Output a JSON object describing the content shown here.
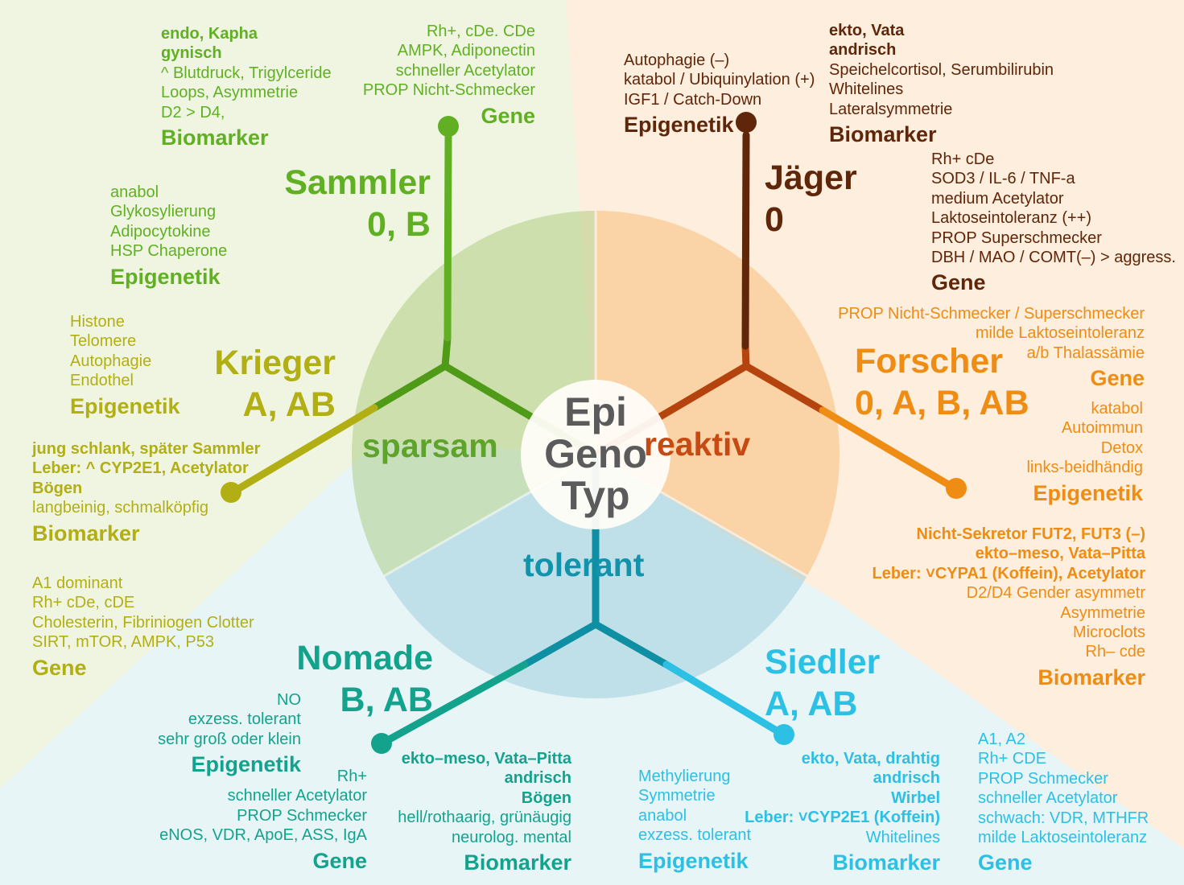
{
  "center": {
    "lines": [
      "Epi",
      "Geno",
      "Typ"
    ],
    "text_color": "#5b5b5b",
    "circle_color": "#fffdf8"
  },
  "sectors": [
    {
      "label": "sparsam",
      "text_color": "#5ea32a",
      "fill": "rgba(141,184,78,0.35)",
      "line_color": "#4f9a16",
      "bg": "#eff5e1"
    },
    {
      "label": "reaktiv",
      "text_color": "#c64a12",
      "fill": "rgba(245,150,35,0.30)",
      "line_color": "#b5430d",
      "bg": "#fdeede"
    },
    {
      "label": "tolerant",
      "text_color": "#1292ab",
      "fill": "rgba(95,175,200,0.30)",
      "line_color": "#0e8fa3",
      "bg": "#e8f5f7"
    }
  ],
  "types": [
    {
      "name": "Sammler",
      "blood_groups": "0, B",
      "color": "#61b024",
      "blocks": [
        {
          "category": "Gene",
          "lines": [
            {
              "text": "Rh+, cDe. CDe",
              "bold": false
            },
            {
              "text": "AMPK, Adiponectin",
              "bold": false
            },
            {
              "text": "schneller Acetylator",
              "bold": false
            },
            {
              "text": "PROP Nicht-Schmecker",
              "bold": false
            }
          ]
        },
        {
          "category": "Biomarker",
          "lines": [
            {
              "text": "endo, Kapha",
              "bold": true
            },
            {
              "text": "gynisch",
              "bold": true
            },
            {
              "text": "^ Blutdruck, Trigylceride",
              "bold": false
            },
            {
              "text": "Loops, Asymmetrie",
              "bold": false
            },
            {
              "text": "D2 > D4,",
              "bold": false
            }
          ]
        },
        {
          "category": "Epigenetik",
          "lines": [
            {
              "text": "anabol",
              "bold": false
            },
            {
              "text": "Glykosylierung",
              "bold": false
            },
            {
              "text": "Adipocytokine",
              "bold": false
            },
            {
              "text": "HSP Chaperone",
              "bold": false
            }
          ]
        }
      ]
    },
    {
      "name": "Jäger",
      "blood_groups": "0",
      "color": "#5f2609",
      "blocks": [
        {
          "category": "Epigenetik",
          "lines": [
            {
              "text": "Autophagie (–)",
              "bold": false
            },
            {
              "text": "katabol / Ubiquinylation (+)",
              "bold": false
            },
            {
              "text": "IGF1 / Catch-Down",
              "bold": false
            }
          ]
        },
        {
          "category": "Biomarker",
          "lines": [
            {
              "text": "ekto, Vata",
              "bold": true
            },
            {
              "text": "andrisch",
              "bold": true
            },
            {
              "text": "Speichelcortisol, Serumbilirubin",
              "bold": false
            },
            {
              "text": "Whitelines",
              "bold": false
            },
            {
              "text": "Lateralsymmetrie",
              "bold": false
            }
          ]
        },
        {
          "category": "Gene",
          "lines": [
            {
              "text": "Rh+ cDe",
              "bold": false
            },
            {
              "text": "SOD3 / IL-6 / TNF-a",
              "bold": false
            },
            {
              "text": "medium Acetylator",
              "bold": false
            },
            {
              "text": "Laktoseintoleranz (++)",
              "bold": false
            },
            {
              "text": "PROP Superschmecker",
              "bold": false
            },
            {
              "text": "DBH / MAO / COMT(–) > aggress.",
              "bold": false
            }
          ]
        }
      ]
    },
    {
      "name": "Krieger",
      "blood_groups": "A, AB",
      "color": "#b2af14",
      "blocks": [
        {
          "category": "Epigenetik",
          "lines": [
            {
              "text": "Histone",
              "bold": false
            },
            {
              "text": "Telomere",
              "bold": false
            },
            {
              "text": "Autophagie",
              "bold": false
            },
            {
              "text": "Endothel",
              "bold": false
            }
          ]
        },
        {
          "category": "Biomarker",
          "lines": [
            {
              "text": "jung schlank, später Sammler",
              "bold": true
            },
            {
              "text": "Leber: ^ CYP2E1, Acetylator",
              "bold": true
            },
            {
              "text": "Bögen",
              "bold": true
            },
            {
              "text": "langbeinig, schmalköpfig",
              "bold": false
            }
          ]
        },
        {
          "category": "Gene",
          "lines": [
            {
              "text": "A1 dominant",
              "bold": false
            },
            {
              "text": "Rh+ cDe, cDE",
              "bold": false
            },
            {
              "text": "Cholesterin, Fibriniogen Clotter",
              "bold": false
            },
            {
              "text": "SIRT, mTOR, AMPK, P53",
              "bold": false
            }
          ]
        }
      ]
    },
    {
      "name": "Forscher",
      "blood_groups": "0, A, B, AB",
      "color": "#ef8c13",
      "blocks": [
        {
          "category": "Gene",
          "lines": [
            {
              "text": "PROP Nicht-Schmecker / Superschmecker",
              "bold": false
            },
            {
              "text": "milde Laktoseintoleranz",
              "bold": false
            },
            {
              "text": "a/b Thalassämie",
              "bold": false
            }
          ]
        },
        {
          "category": "Epigenetik",
          "lines": [
            {
              "text": "katabol",
              "bold": false
            },
            {
              "text": "Autoimmun",
              "bold": false
            },
            {
              "text": "Detox",
              "bold": false
            },
            {
              "text": "links-beidhändig",
              "bold": false
            }
          ]
        },
        {
          "category": "Biomarker",
          "lines": [
            {
              "text": "Nicht-Sekretor FUT2, FUT3 (–)",
              "bold": true
            },
            {
              "text": "ekto–meso, Vata–Pitta",
              "bold": true
            },
            {
              "text": "Leber: ˅CYPA1 (Koffein), Acetylator",
              "bold": true
            },
            {
              "text": "D2/D4 Gender asymmetr",
              "bold": false
            },
            {
              "text": "Asymmetrie",
              "bold": false
            },
            {
              "text": "Microclots",
              "bold": false
            },
            {
              "text": "Rh– cde",
              "bold": false
            }
          ]
        }
      ]
    },
    {
      "name": "Nomade",
      "blood_groups": "B, AB",
      "color": "#13a38d",
      "blocks": [
        {
          "category": "Epigenetik",
          "lines": [
            {
              "text": "NO",
              "bold": false
            },
            {
              "text": "exzess. tolerant",
              "bold": false
            },
            {
              "text": "sehr groß oder klein",
              "bold": false
            }
          ]
        },
        {
          "category": "Gene",
          "lines": [
            {
              "text": "Rh+",
              "bold": false
            },
            {
              "text": "schneller Acetylator",
              "bold": false
            },
            {
              "text": "PROP Schmecker",
              "bold": false
            },
            {
              "text": "eNOS, VDR, ApoE, ASS, IgA",
              "bold": false
            }
          ]
        },
        {
          "category": "Biomarker",
          "lines": [
            {
              "text": "ekto–meso, Vata–Pitta",
              "bold": true
            },
            {
              "text": "andrisch",
              "bold": true
            },
            {
              "text": "Bögen",
              "bold": true
            },
            {
              "text": "hell/rothaarig, grünäugig",
              "bold": false
            },
            {
              "text": "neurolog. mental",
              "bold": false
            }
          ]
        }
      ]
    },
    {
      "name": "Siedler",
      "blood_groups": "A, AB",
      "color": "#2bc0e4",
      "blocks": [
        {
          "category": "Epigenetik",
          "lines": [
            {
              "text": "Methylierung",
              "bold": false
            },
            {
              "text": "Symmetrie",
              "bold": false
            },
            {
              "text": "anabol",
              "bold": false
            },
            {
              "text": "exzess. tolerant",
              "bold": false
            }
          ]
        },
        {
          "category": "Biomarker",
          "lines": [
            {
              "text": "ekto, Vata, drahtig",
              "bold": true
            },
            {
              "text": "andrisch",
              "bold": true
            },
            {
              "text": "Wirbel",
              "bold": true
            },
            {
              "text": "Leber: ˅CYP2E1 (Koffein)",
              "bold": true
            },
            {
              "text": "Whitelines",
              "bold": false
            }
          ]
        },
        {
          "category": "Gene",
          "lines": [
            {
              "text": "A1, A2",
              "bold": false
            },
            {
              "text": "Rh+ CDE",
              "bold": false
            },
            {
              "text": "PROP Schmecker",
              "bold": false
            },
            {
              "text": "schneller Acetylator",
              "bold": false
            },
            {
              "text": "schwach: VDR, MTHFR",
              "bold": false
            },
            {
              "text": "milde Laktoseintoleranz",
              "bold": false
            }
          ]
        }
      ]
    }
  ]
}
